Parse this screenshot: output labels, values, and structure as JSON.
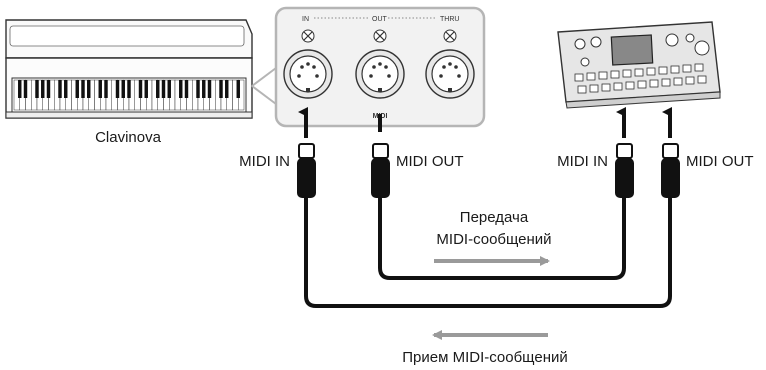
{
  "labels": {
    "clavinova": "Clavinova",
    "piano_midi_in": "MIDI IN",
    "piano_midi_out": "MIDI OUT",
    "device_midi_in": "MIDI IN",
    "device_midi_out": "MIDI OUT",
    "transmit_line1": "Передача",
    "transmit_line2": "MIDI-сообщений",
    "receive": "Прием MIDI-сообщений"
  },
  "panel": {
    "jack_in": "IN",
    "jack_out": "OUT",
    "jack_thru": "THRU",
    "caption": "MIDI"
  },
  "colors": {
    "cable": "#111111",
    "arrow": "#9a9a9a",
    "panel_border": "#b5b5b5",
    "device_body": "#e6e6e6"
  }
}
